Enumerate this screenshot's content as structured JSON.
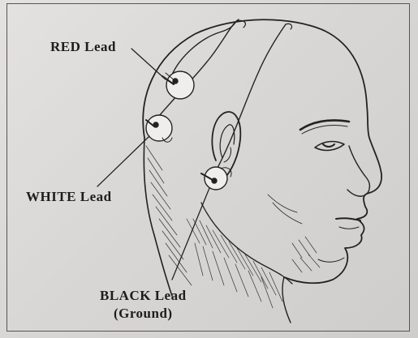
{
  "labels": {
    "red_lead": "RED Lead",
    "white_lead": "WHITE Lead",
    "black_lead": "BLACK Lead",
    "ground": "(Ground)"
  },
  "colors": {
    "ink": "#1d1d1d",
    "paper": "#dcdad8"
  }
}
